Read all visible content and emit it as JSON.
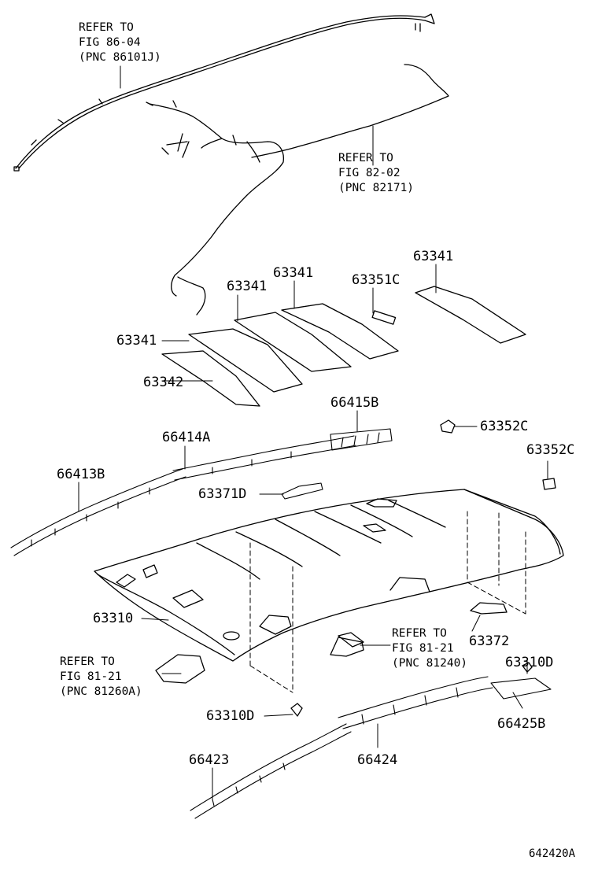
{
  "references": {
    "wire_upper": {
      "line1": "REFER TO",
      "line2": "FIG 86-04",
      "line3": "(PNC 86101J)"
    },
    "wire_right": {
      "line1": "REFER TO",
      "line2": "FIG 82-02",
      "line3": "(PNC 82171)"
    },
    "console_left": {
      "line1": "REFER TO",
      "line2": "FIG 81-21",
      "line3": "(PNC 81260A)"
    },
    "console_right": {
      "line1": "REFER TO",
      "line2": "FIG 81-21",
      "line3": "(PNC 81240)"
    }
  },
  "parts": {
    "p63341_a": "63341",
    "p63341_b": "63341",
    "p63341_c": "63341",
    "p63341_d": "63341",
    "p63351c": "63351C",
    "p63342": "63342",
    "p66415b": "66415B",
    "p66414a": "66414A",
    "p66413b": "66413B",
    "p63352c_a": "63352C",
    "p63352c_b": "63352C",
    "p63371d": "63371D",
    "p63310": "63310",
    "p63372": "63372",
    "p63310d_a": "63310D",
    "p63310d_b": "63310D",
    "p66425b": "66425B",
    "p66423": "66423",
    "p66424": "66424"
  },
  "diagram_code": "642420A"
}
